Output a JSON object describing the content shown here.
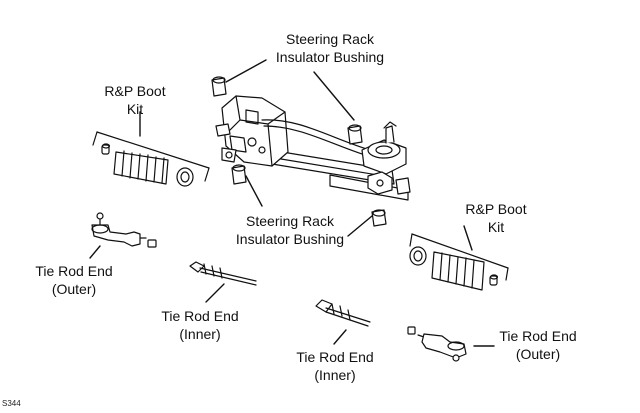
{
  "diagram": {
    "callouts": {
      "insulator_top": {
        "line1": "Steering Rack",
        "line2": "Insulator Bushing"
      },
      "insulator_mid": {
        "line1": "Steering Rack",
        "line2": "Insulator Bushing"
      },
      "boot_kit_left": {
        "line1": "R&P Boot",
        "line2": "Kit"
      },
      "boot_kit_right": {
        "line1": "R&P Boot",
        "line2": "Kit"
      },
      "tie_outer_left": {
        "line1": "Tie Rod End",
        "line2": "(Outer)"
      },
      "tie_inner_left": {
        "line1": "Tie Rod End",
        "line2": "(Inner)"
      },
      "tie_inner_mid": {
        "line1": "Tie Rod End",
        "line2": "(Inner)"
      },
      "tie_outer_right": {
        "line1": "Tie Rod End",
        "line2": "(Outer)"
      }
    },
    "figure_code": "S344"
  },
  "colors": {
    "ink": "#111111",
    "background": "#ffffff"
  }
}
